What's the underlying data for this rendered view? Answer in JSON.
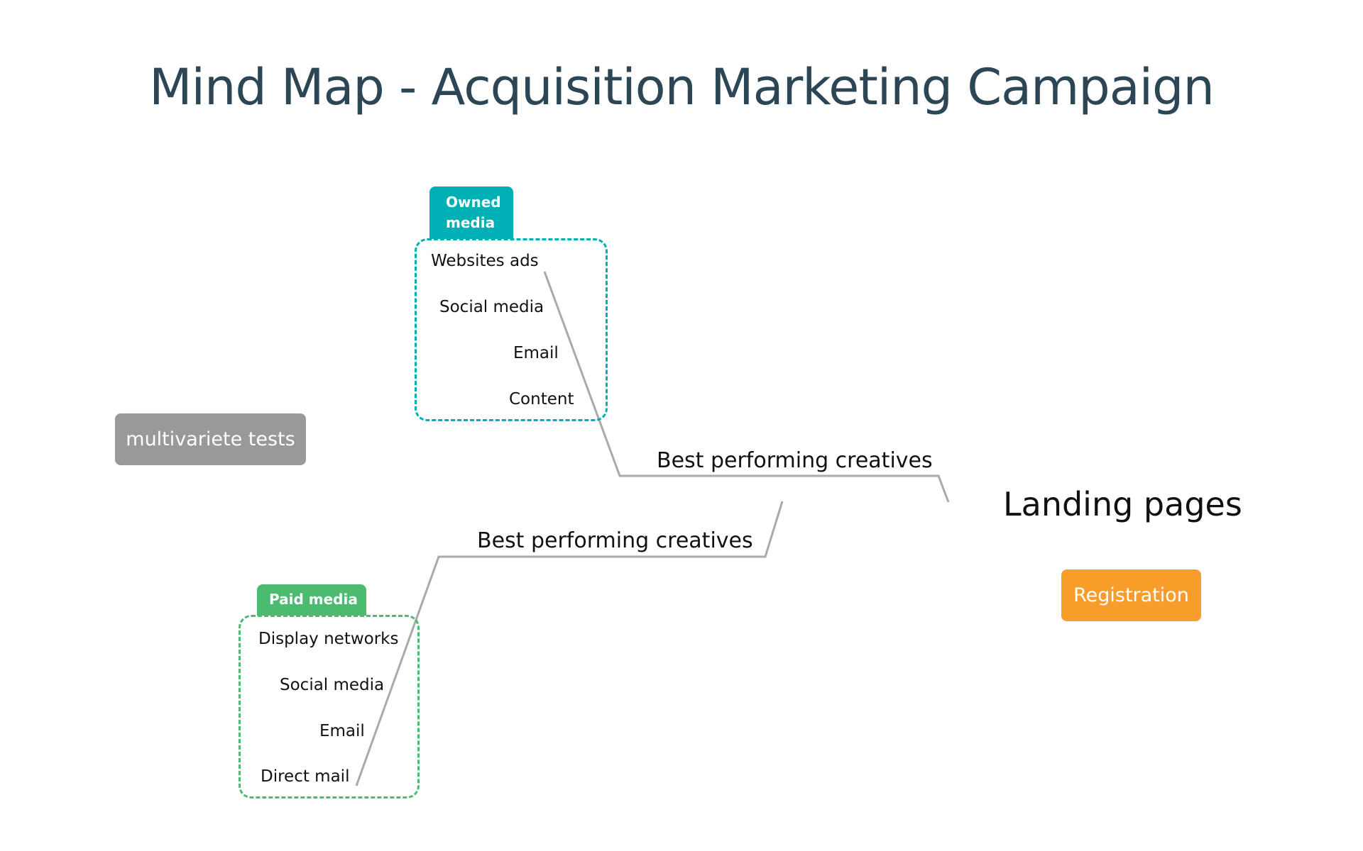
{
  "title": "Mind Map - Acquisition Marketing Campaign",
  "colors": {
    "title": "#2C4656",
    "owned_media": "#00AFB5",
    "paid_media": "#4CBB6F",
    "connector": "#AAAAAA",
    "multivariate": "#999999",
    "registration": "#F89C2A"
  },
  "central_topic": "Landing pages",
  "branches": [
    {
      "label": "Best performing creatives",
      "group": {
        "tag": "Owned media",
        "items": [
          "Websites ads",
          "Social media",
          "Email",
          "Content"
        ]
      }
    },
    {
      "label": "Best performing creatives",
      "group": {
        "tag": "Paid media",
        "items": [
          "Display networks",
          "Social media",
          "Email",
          "Direct mail"
        ]
      }
    }
  ],
  "floating_topics": {
    "multivariate": "multivariete tests",
    "registration": "Registration"
  }
}
